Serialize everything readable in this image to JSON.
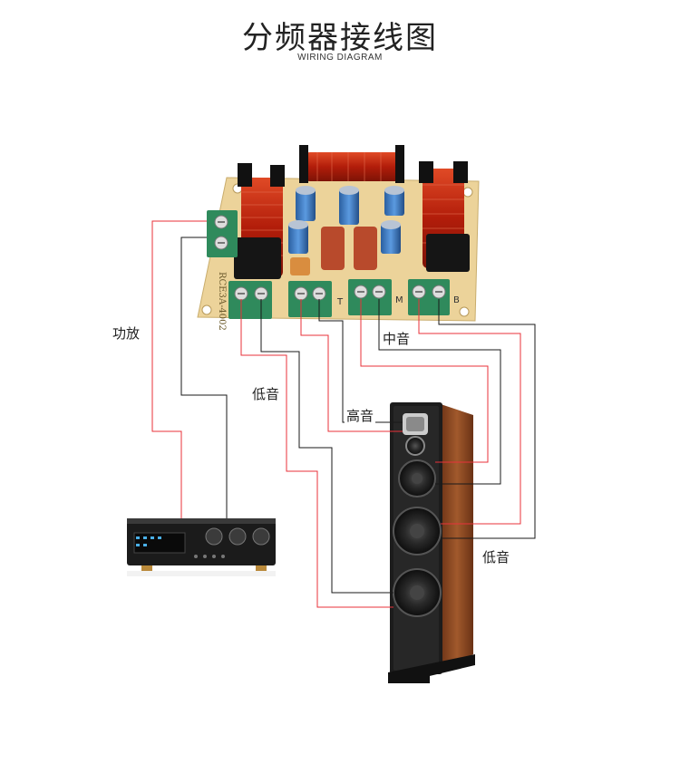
{
  "header": {
    "title": "分频器接线图",
    "subtitle": "WIRING DIAGRAM"
  },
  "labels": {
    "amplifier": "功放",
    "woofer_terminal": "低音",
    "mid_terminal": "中音",
    "tweeter": "高音",
    "woofer_speaker": "低音"
  },
  "board": {
    "model": "RCE3A-4002",
    "terminal_marks": [
      "T",
      "M",
      "B"
    ]
  },
  "colors": {
    "wire_red": "#e8323a",
    "wire_black": "#1a1a1a",
    "board": "#ecd39a",
    "terminal": "#2f8a5c",
    "coil": "#c42a12",
    "capacitor": "#3f7fc8",
    "cabinet": "#8a4a22"
  }
}
